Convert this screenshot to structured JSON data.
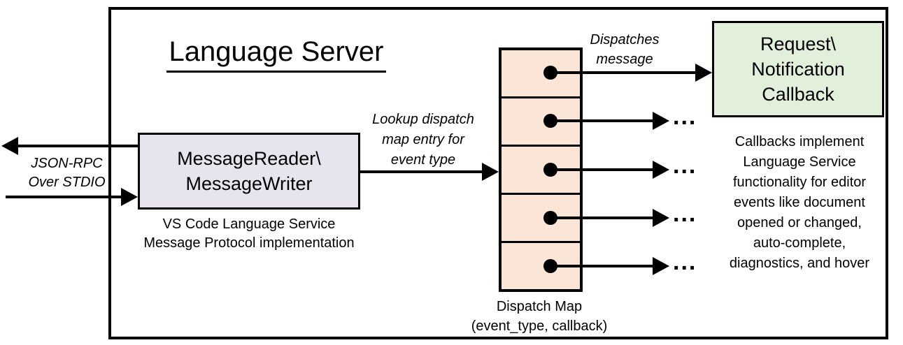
{
  "title": "Language Server",
  "stdio": {
    "line1": "JSON-RPC",
    "line2": "Over STDIO"
  },
  "message_rw": {
    "line1": "MessageReader\\",
    "line2": "MessageWriter"
  },
  "message_rw_caption": {
    "line1": "VS Code Language Service",
    "line2": "Message Protocol implementation"
  },
  "lookup": {
    "line1": "Lookup dispatch",
    "line2": "map entry for",
    "line3": "event type"
  },
  "dispatches": {
    "line1": "Dispatches",
    "line2": "message"
  },
  "dispatch_map": {
    "label1": "Dispatch Map",
    "label2": "(event_type, callback)",
    "ellipsis": "...",
    "rows": 5
  },
  "callback_box": {
    "line1": "Request\\",
    "line2": "Notification",
    "line3": "Callback"
  },
  "note": {
    "lines": [
      "Callbacks implement",
      "Language Service",
      "functionality for editor",
      "events like document",
      "opened or changed,",
      "auto-complete,",
      "diagnostics, and hover"
    ]
  },
  "colors": {
    "reader_fill": "#e7e4ee",
    "map_fill": "#fbe5d6",
    "callback_fill": "#e2efda",
    "line": "#000000"
  }
}
